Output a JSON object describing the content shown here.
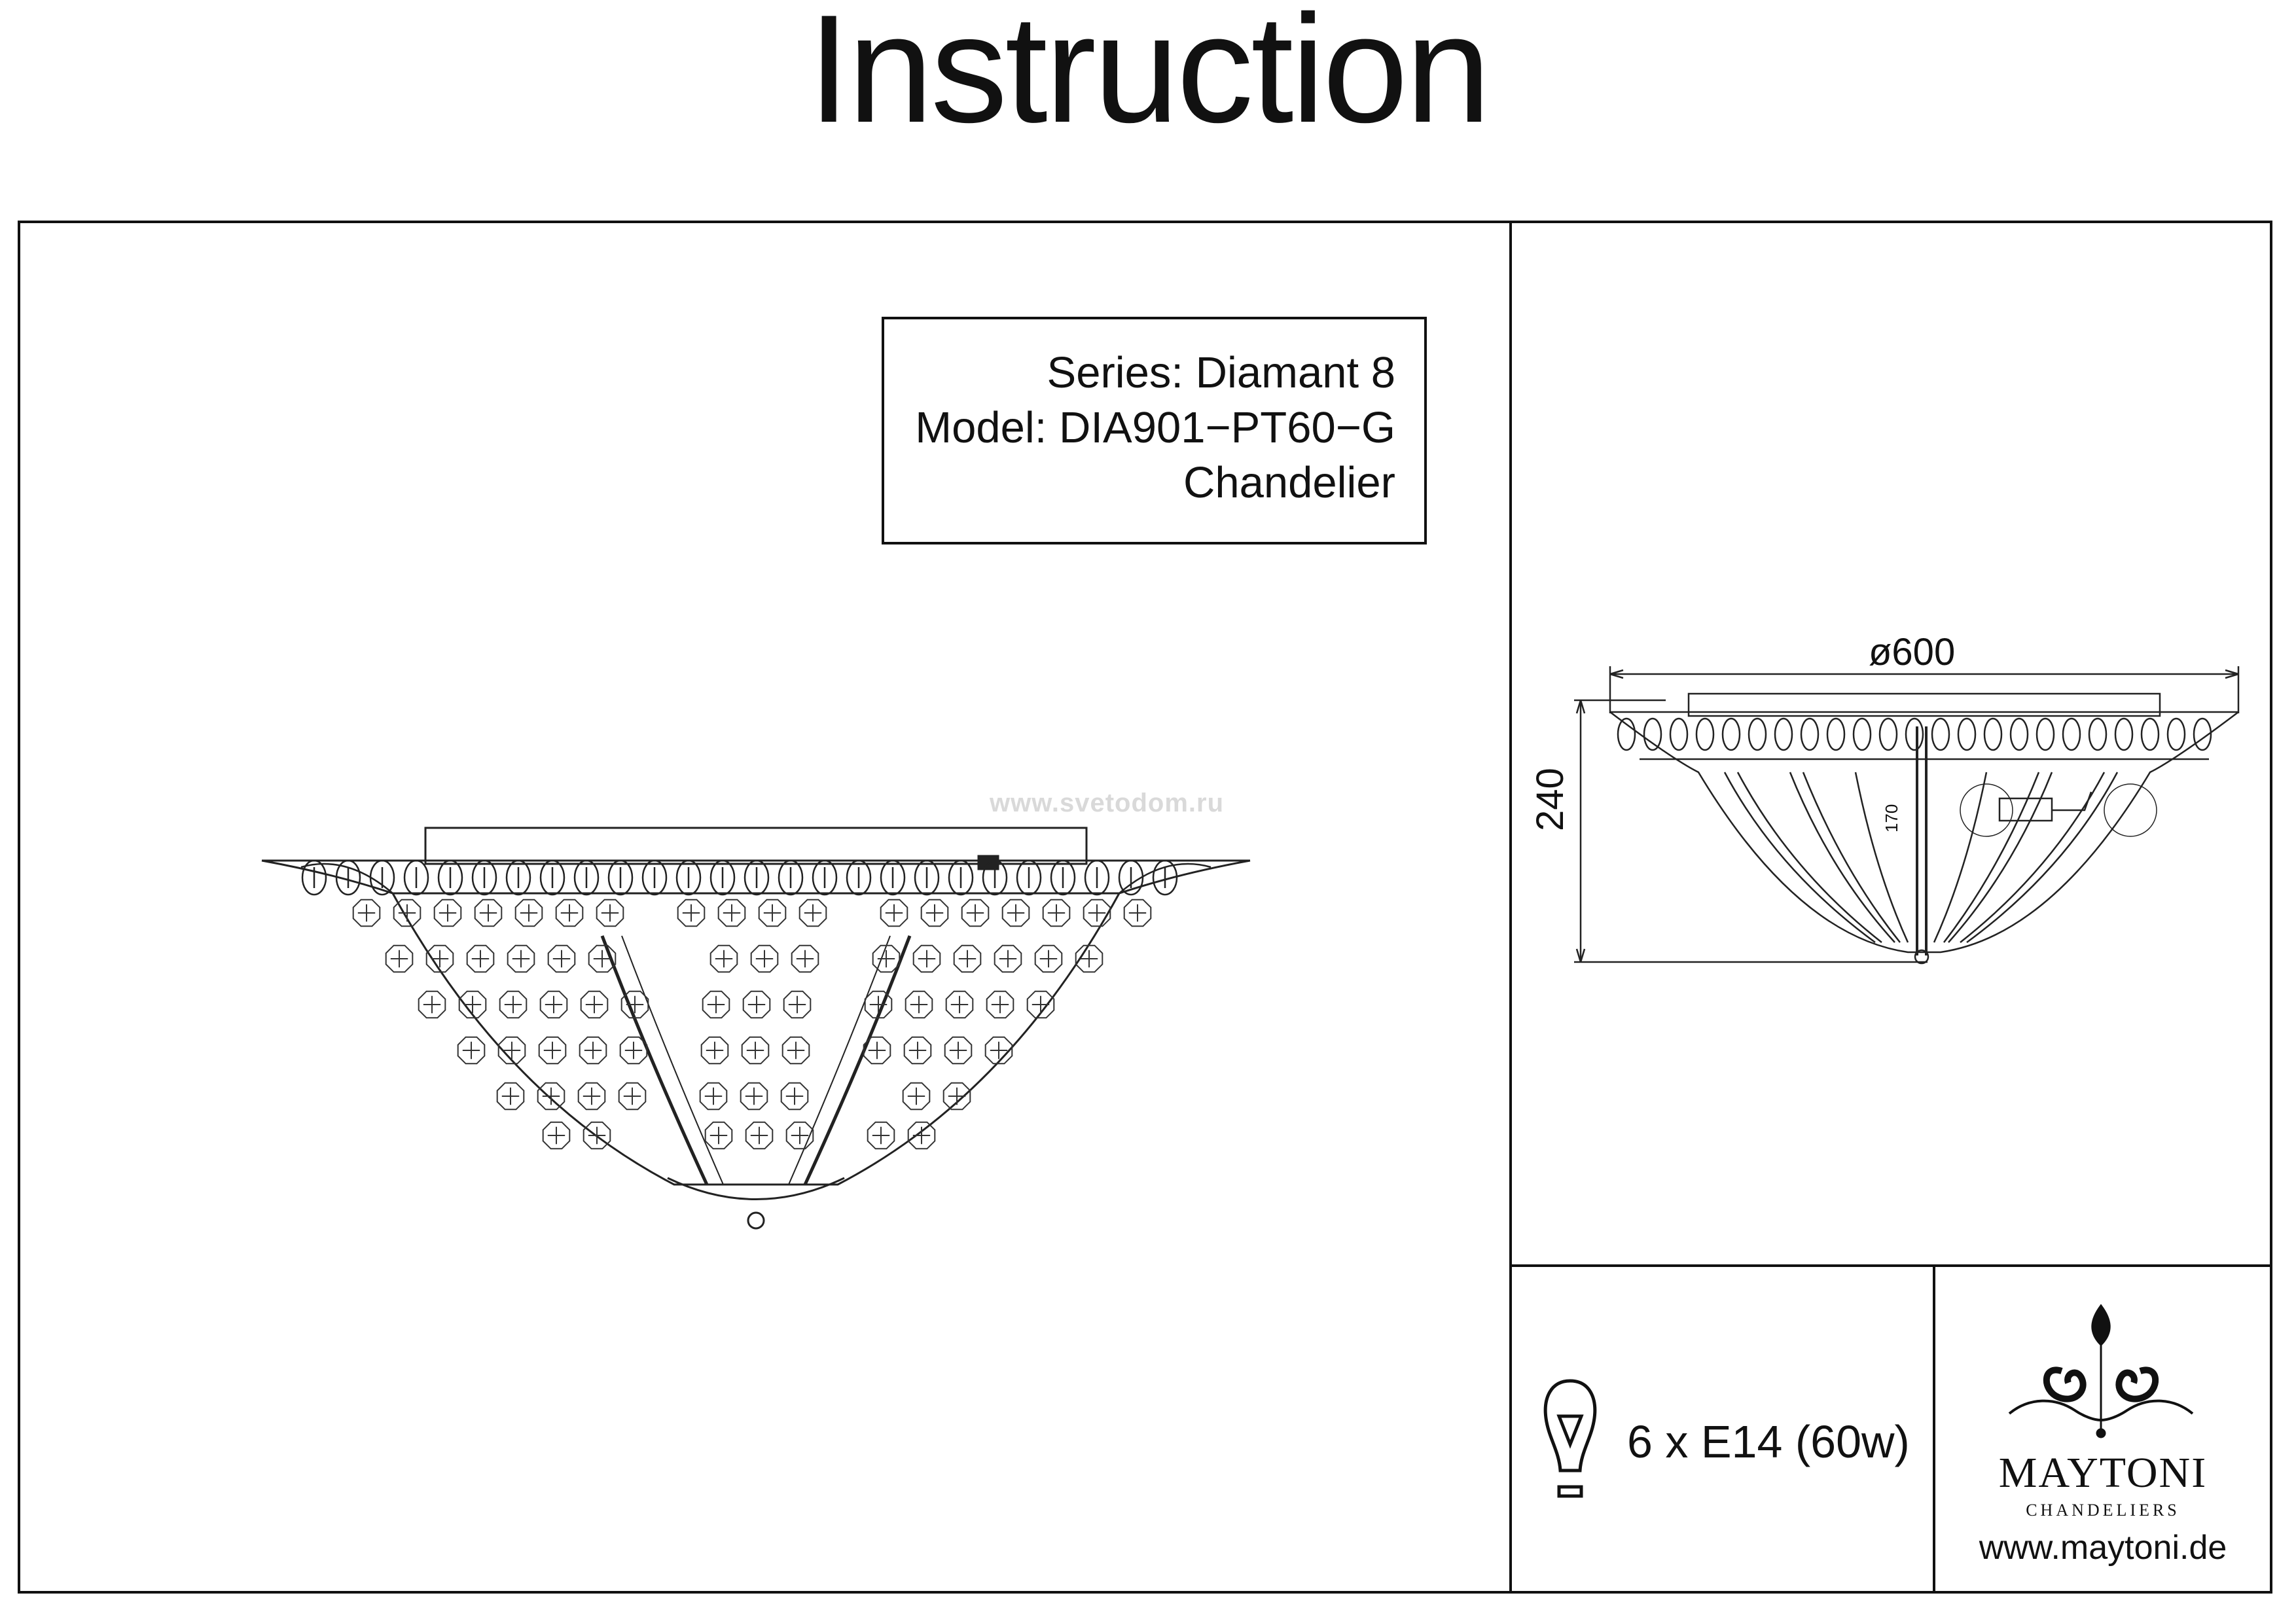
{
  "title": "Instruction",
  "info": {
    "series": "Series: Diamant 8",
    "model": "Model: DIA901−PT60−G",
    "type": "Chandelier"
  },
  "watermark": "www.svetodom.ru",
  "dimensions": {
    "diameter": "ø600",
    "height": "240",
    "inner": "170"
  },
  "bulb": {
    "spec": "6 x E14 (60w)",
    "icon": "light-bulb-icon"
  },
  "brand": {
    "name": "MAYTONI",
    "subtitle": "CHANDELIERS",
    "url": "www.maytoni.de",
    "icon": "ornament-logo-icon"
  }
}
